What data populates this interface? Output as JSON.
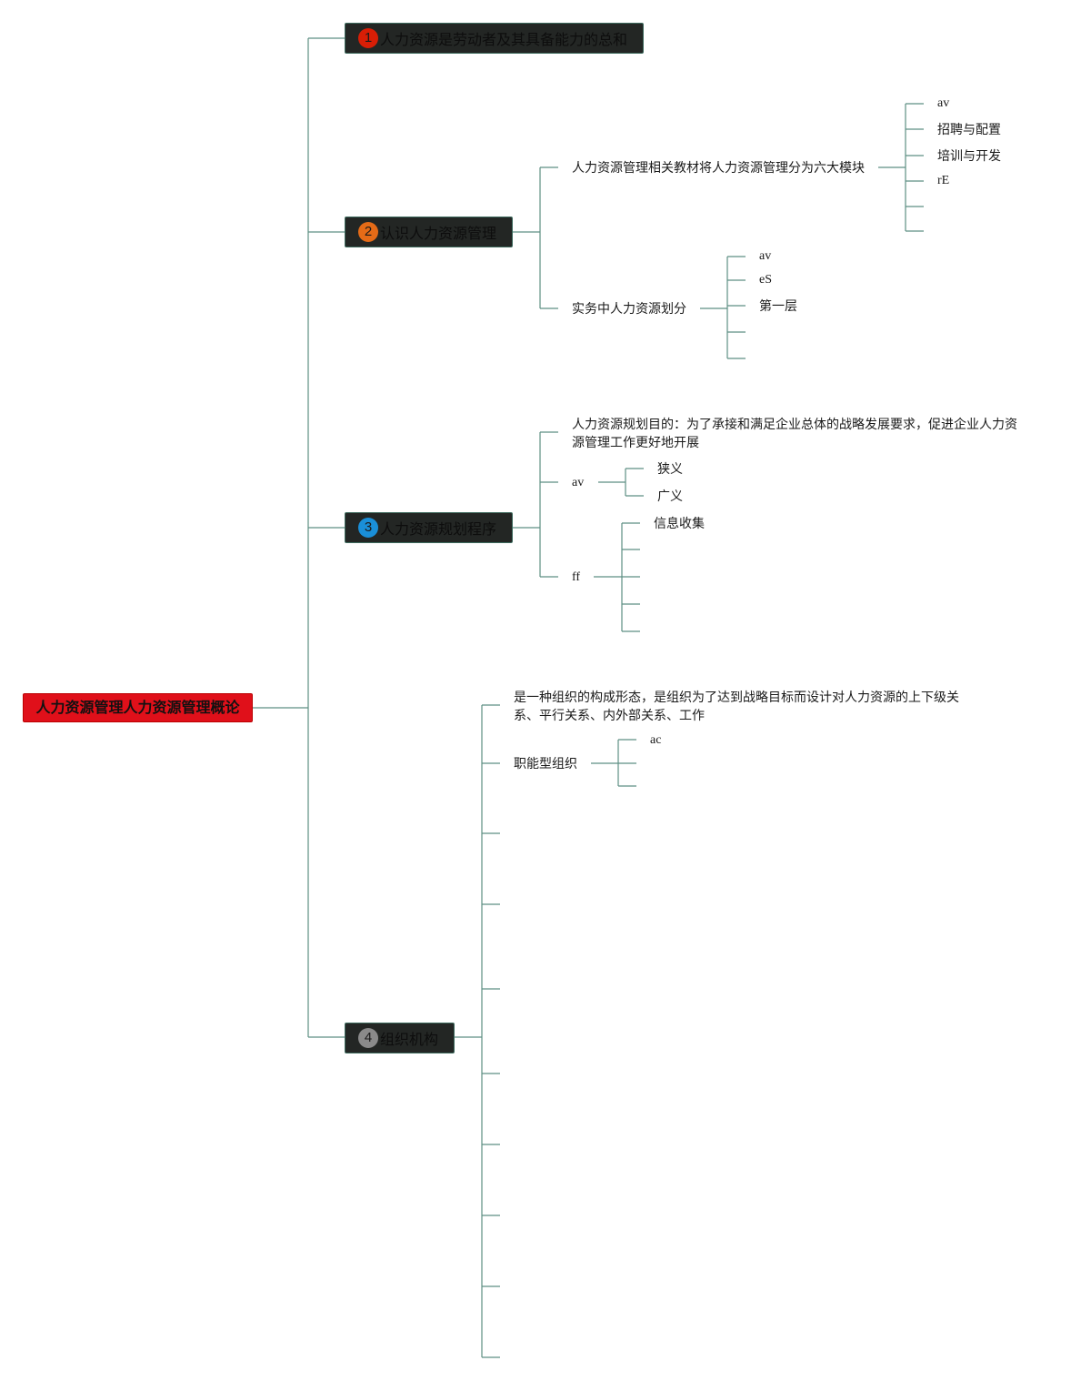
{
  "root": {
    "label": "人力资源管理人力资源管理概论"
  },
  "colors": {
    "root_bg": "#e0101a",
    "topic_bg": "#232624",
    "line": "#5e8f83",
    "badge_1": "#d81e06",
    "badge_2": "#e56b17",
    "badge_3": "#1a8fd8",
    "badge_4": "#8a8a8a"
  },
  "topics": [
    {
      "badge": "1",
      "label": "人力资源是劳动者及其具备能力的总和"
    },
    {
      "badge": "2",
      "label": "认识人力资源管理",
      "children": [
        {
          "label": "人力资源管理相关教材将人力资源管理分为六大模块",
          "items": [
            "av",
            "招聘与配置",
            "培训与开发",
            "rE"
          ]
        },
        {
          "label": "实务中人力资源划分",
          "items": [
            "av",
            "eS",
            "第一层"
          ]
        }
      ]
    },
    {
      "badge": "3",
      "label": "人力资源规划程序",
      "children": [
        {
          "label": "人力资源规划目的：为了承接和满足企业总体的战略发展要求，促进企业人力资源管理工作更好地开展"
        },
        {
          "label": "av",
          "items": [
            "狭义",
            "广义"
          ]
        },
        {
          "label": "ff",
          "items": [
            "信息收集"
          ]
        }
      ]
    },
    {
      "badge": "4",
      "label": "组织机构",
      "children": [
        {
          "label": "是一种组织的构成形态，是组织为了达到战略目标而设计对人力资源的上下级关系、平行关系、内外部关系、工作"
        },
        {
          "label": "职能型组织",
          "items": [
            "ac"
          ]
        }
      ]
    }
  ]
}
